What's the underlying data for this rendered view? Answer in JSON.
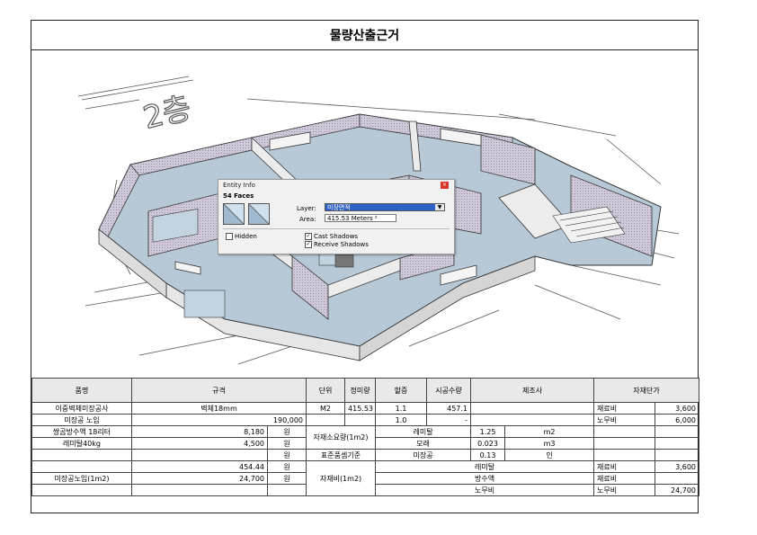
{
  "title": "물량산출근거",
  "drawing": {
    "floor_label": "2층",
    "entity_info": {
      "window_title": "Entity Info",
      "close_glyph": "×",
      "faces": "54 Faces",
      "layer_label": "Layer:",
      "layer_value": "미장면적",
      "dropdown_glyph": "▼",
      "area_label": "Area:",
      "area_value": "415.53 Meters ²",
      "hidden_label": "Hidden",
      "hidden_checked": false,
      "cast_shadows_label": "Cast Shadows",
      "cast_shadows_checked": true,
      "receive_shadows_label": "Receive Shadows",
      "receive_shadows_checked": true,
      "check_mark": "✓"
    }
  },
  "table": {
    "headers": [
      "품명",
      "규격",
      "단위",
      "정미량",
      "할증",
      "시공수량",
      "제조사",
      "자재단가"
    ],
    "rows": {
      "r1": {
        "name": "이중벽체미장공사",
        "spec": "벽체18mm",
        "unit": "M2",
        "net": "415.53",
        "surcharge": "1.1",
        "qty": "457.1",
        "cost_label": "재료비",
        "cost_value": "3,600"
      },
      "r2": {
        "name": "미장공 노임",
        "spec_value": "190,000",
        "surcharge": "1.0",
        "qty": "-",
        "cost_label": "노무비",
        "cost_value": "6,000"
      },
      "r3": {
        "name": "쌍곰방수액 18리터",
        "spec_value": "8,180",
        "spec_unit": "원",
        "usage_label": "자재소요량(1m2)",
        "material": "레미탈",
        "amount": "1.25",
        "amount_unit": "m2"
      },
      "r4": {
        "name": "레미탈40kg",
        "spec_value": "4,500",
        "spec_unit": "원",
        "material": "모래",
        "amount": "0.023",
        "amount_unit": "m3"
      },
      "r5": {
        "spec_unit": "원",
        "standard_label": "표준품셈기준",
        "material": "미장공",
        "amount": "0.13",
        "amount_unit": "인"
      },
      "r6": {
        "spec_value": "454.44",
        "spec_unit": "원",
        "cost_item_label": "자재비(1m2)",
        "cost_item": "레미탈",
        "cost_label": "재료비",
        "cost_value": "3,600"
      },
      "r7": {
        "name": "미장공노임(1m2)",
        "spec_value": "24,700",
        "spec_unit": "원",
        "cost_item": "방수액",
        "cost_label": "재료비"
      },
      "r8": {
        "cost_item": "노무비",
        "cost_label": "노무비",
        "cost_value": "24,700"
      }
    }
  }
}
